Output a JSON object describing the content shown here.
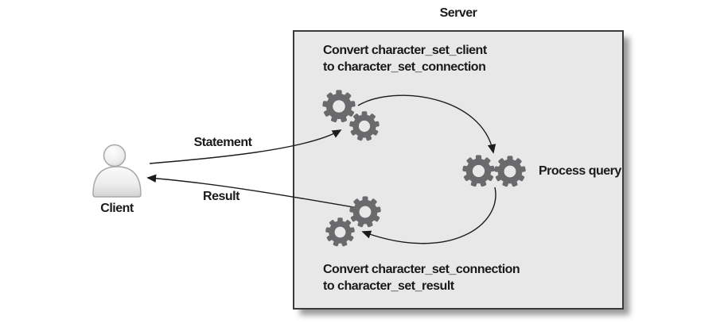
{
  "labels": {
    "server": "Server",
    "client": "Client",
    "statement": "Statement",
    "result": "Result",
    "process_query": "Process query",
    "convert_input_line1": "Convert character_set_client",
    "convert_input_line2": "to character_set_connection",
    "convert_output_line1": "Convert character_set_connection",
    "convert_output_line2": "to character_set_result"
  },
  "icons": {
    "client": "person-icon",
    "conversion_input": "gears-icon",
    "process": "gears-icon",
    "conversion_output": "gears-icon"
  },
  "colors": {
    "background": "#ffffff",
    "server_box_fill": "#e8e8e8",
    "server_box_border": "#3a3a3a",
    "gear": "#6a6a6d",
    "arrow": "#1c1c1c",
    "text": "#1a1a1a"
  }
}
